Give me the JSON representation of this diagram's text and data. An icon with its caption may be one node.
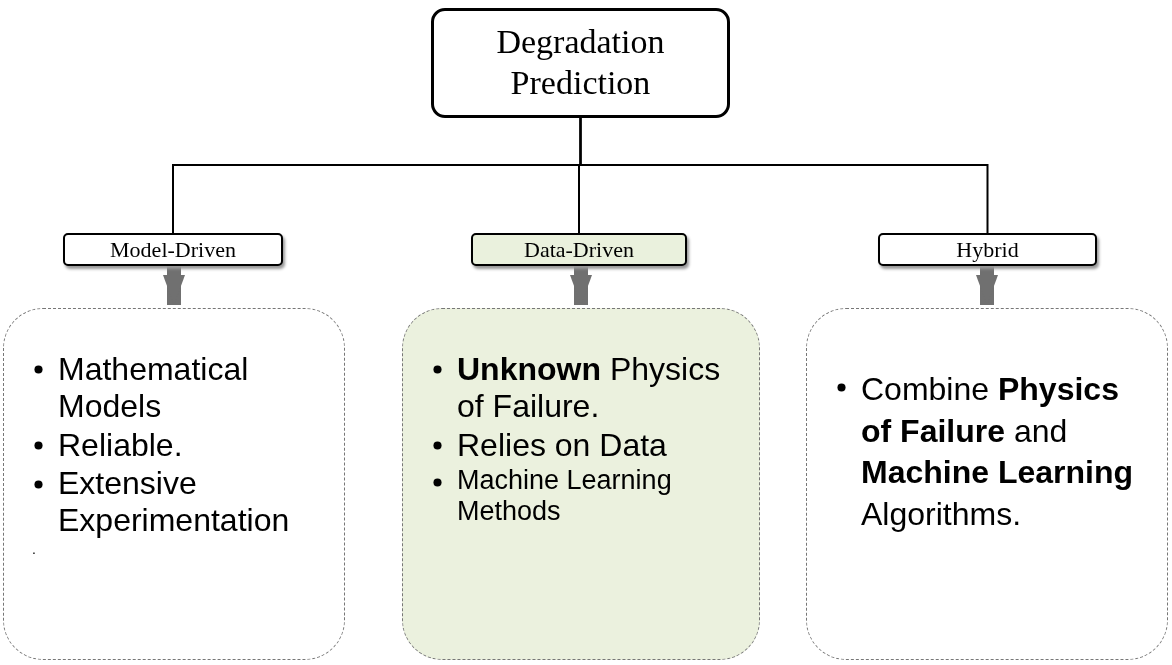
{
  "diagram": {
    "nodes": [
      {
        "text": [
          "Degradation Prediction"
        ]
      },
      {
        "text": [
          "Model-Driven"
        ]
      },
      {
        "text": [
          "Data-Driven"
        ]
      },
      {
        "text": [
          "Hybrid"
        ]
      },
      {
        "text": [
          "Mathematical Models",
          "Reliable.",
          "Extensive Experimentation",
          "."
        ]
      },
      {
        "text": [
          "**Unknown** Physics of Failure.",
          "Relies on Data",
          "Machine Learning Methods"
        ]
      },
      {
        "text": [
          "Combine **Physics of Failure** and **Machine Learning** Algorithms."
        ]
      }
    ],
    "edges": [
      {
        "from": 0,
        "to": 1,
        "arrow": "none"
      },
      {
        "from": 0,
        "to": 2,
        "arrow": "none"
      },
      {
        "from": 0,
        "to": 3,
        "arrow": "none"
      },
      {
        "from": 1,
        "to": 4,
        "arrow": "to",
        "style": "thick",
        "color": "#707070"
      },
      {
        "from": 2,
        "to": 5,
        "arrow": "to",
        "style": "thick",
        "color": "#707070"
      },
      {
        "from": 3,
        "to": 6,
        "arrow": "to",
        "style": "thick",
        "color": "#707070"
      }
    ]
  }
}
